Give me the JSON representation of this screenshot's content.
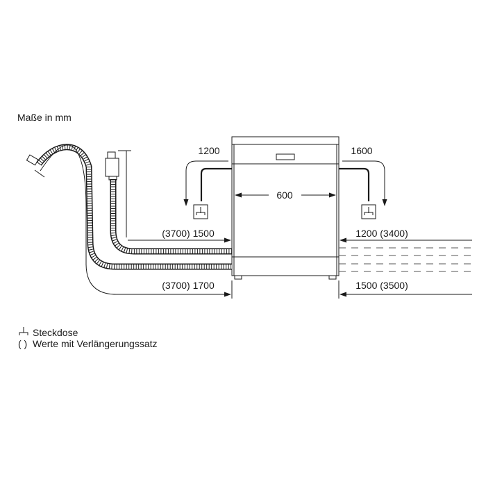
{
  "title": "Maße in mm",
  "dimensions": {
    "width": "600",
    "cable_left": "1200",
    "cable_right": "1600",
    "inlet_hose_left": "(3700) 1500",
    "drain_hose_left": "(3700) 1700",
    "inlet_hose_right": "1200 (3400)",
    "drain_hose_right": "1500 (3500)"
  },
  "legend": {
    "socket_label": "Steckdose",
    "extension_symbol": "( )",
    "extension_label": "Werte mit Verlängerungssatz"
  },
  "icons": {
    "socket": "socket-icon",
    "hose": "hose-icon",
    "water-tap": "water-tap-icon",
    "dishwasher": "dishwasher-icon"
  }
}
